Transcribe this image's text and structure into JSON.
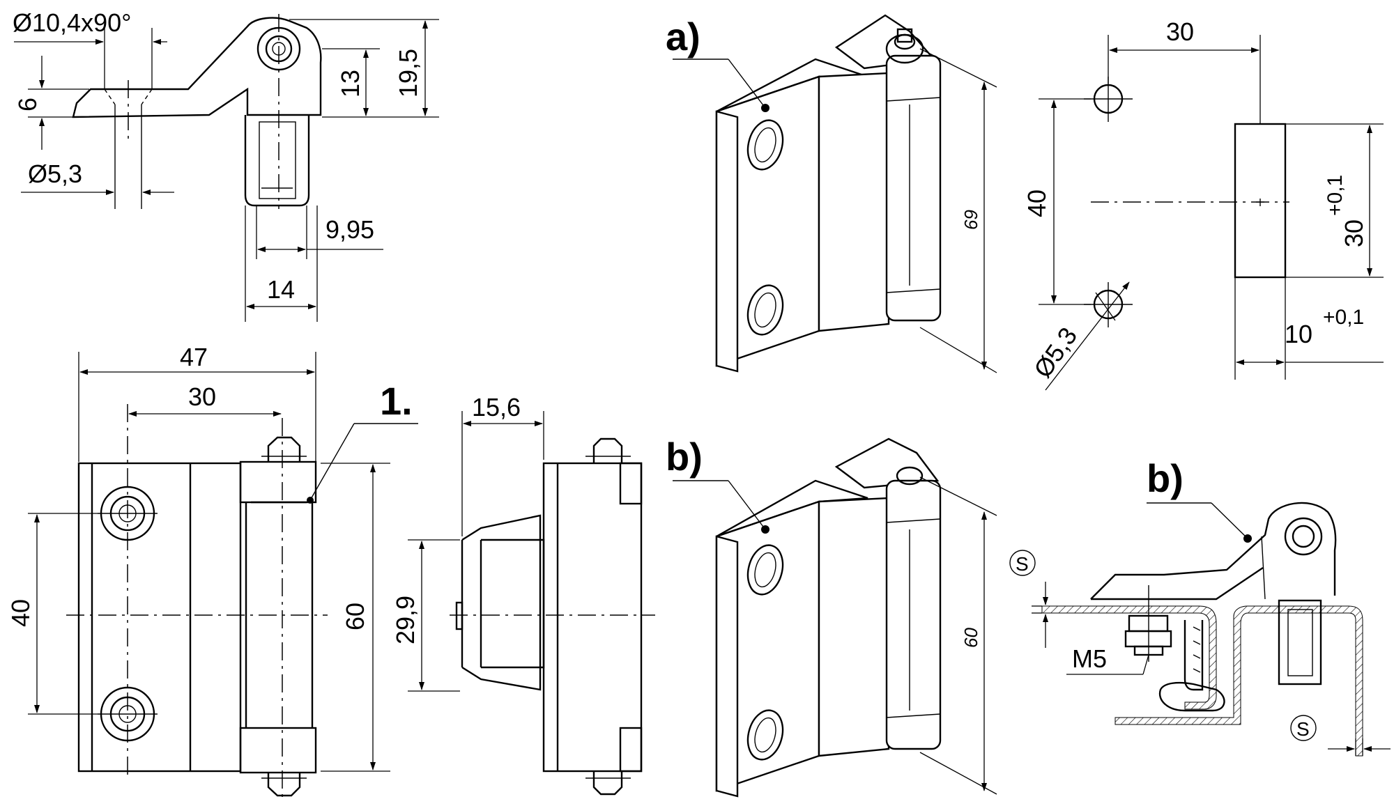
{
  "drawing": {
    "top_view": {
      "countersink_label": "Ø10,4x90°",
      "thickness_label": "6",
      "hole_label": "Ø5,3",
      "height_13_label": "13",
      "height_19_label": "19,5",
      "width_995_label": "9,95",
      "width_14_label": "14"
    },
    "front_view": {
      "width_47_label": "47",
      "hole_spacing_30_label": "30",
      "hole_spacing_40_label": "40",
      "height_60_label": "60",
      "callout_label": "1."
    },
    "side_view": {
      "depth_label": "15,6",
      "height_label": "29,9"
    },
    "variant_a": {
      "callout_label": "a)",
      "length_label": "69"
    },
    "variant_b": {
      "callout_label": "b)",
      "length_label": "60"
    },
    "cutout": {
      "spacing_label": "30",
      "vertical_label": "40",
      "hole_label": "Ø5,3",
      "slot_height_label": "30",
      "slot_height_tol": "+0,1",
      "slot_width_label": "10",
      "slot_width_tol": "+0,1"
    },
    "installation": {
      "callout_label": "b)",
      "thread_label": "M5",
      "thickness_symbol_top": "S",
      "thickness_symbol_bottom": "S"
    }
  }
}
